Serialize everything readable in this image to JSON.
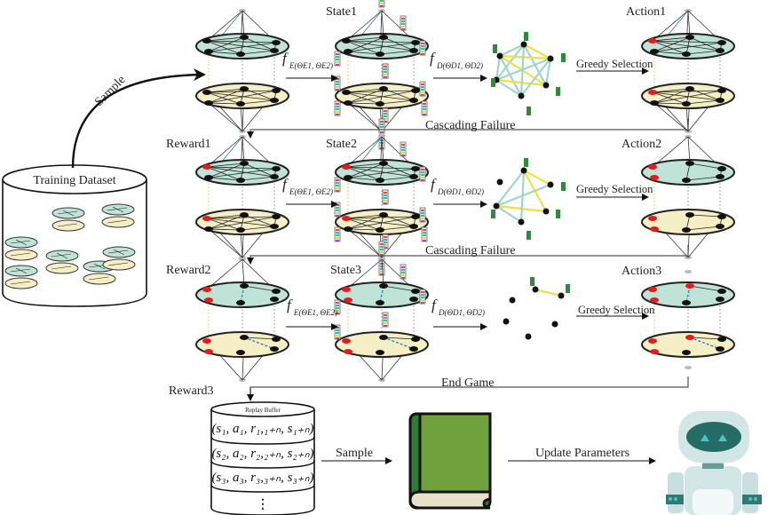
{
  "training": {
    "label": "Training Dataset",
    "sample_label": "Sample"
  },
  "rows": [
    {
      "reward_label": "",
      "state_label": "State1",
      "action_label": "Action1",
      "encoder": {
        "f": "f",
        "sub": "E(ΘE1, ΘE2)"
      },
      "decoder": {
        "f": "f",
        "sub": "D(ΘD1, ΘD2)"
      },
      "greedy_label": "Greedy Selection",
      "transition_label": "Cascading Failure"
    },
    {
      "reward_label": "Reward1",
      "state_label": "State2",
      "action_label": "Action2",
      "encoder": {
        "f": "f",
        "sub": "E(ΘE1, ΘE2)"
      },
      "decoder": {
        "f": "f",
        "sub": "D(ΘD1, ΘD2)"
      },
      "greedy_label": "Greedy Selection",
      "transition_label": "Cascading Failure"
    },
    {
      "reward_label": "Reward2",
      "state_label": "State3",
      "action_label": "Action3",
      "encoder": {
        "f": "f",
        "sub": "E(ΘE1, ΘE2)"
      },
      "decoder": {
        "f": "f",
        "sub": "D(ΘD1, ΘD2)"
      },
      "greedy_label": "Greedy Selection",
      "transition_label": "End Game"
    }
  ],
  "final_reward_label": "Reward3",
  "replay_buffer": {
    "title": "Replay Buffer",
    "entries": [
      "(s₁, a₁, r₁,₁₊ₙ, s₁₊ₙ)",
      "(s₂, a₂, r₂,₂₊ₙ, s₂₊ₙ)",
      "(s₃, a₃, r₃,₃₊ₙ, s₃₊ₙ)"
    ],
    "ellipsis": "⋮"
  },
  "sample_label": "Sample",
  "update_label": "Update Parameters",
  "colors": {
    "upper_layer": "#bfe3d6",
    "lower_layer": "#f6efc6",
    "failed_node": "#e8191c",
    "node": "#111111",
    "green_bar": "#2e8b3a",
    "edge_cyan": "#9fd6c8",
    "edge_yellow": "#f0e040",
    "book_cover": "#6fa23c",
    "book_spine": "#2f7a36",
    "robot_face": "#256b66",
    "robot_body": "#d3e6e6"
  },
  "icons": {
    "memory": "book-icon",
    "agent": "robot-icon"
  }
}
